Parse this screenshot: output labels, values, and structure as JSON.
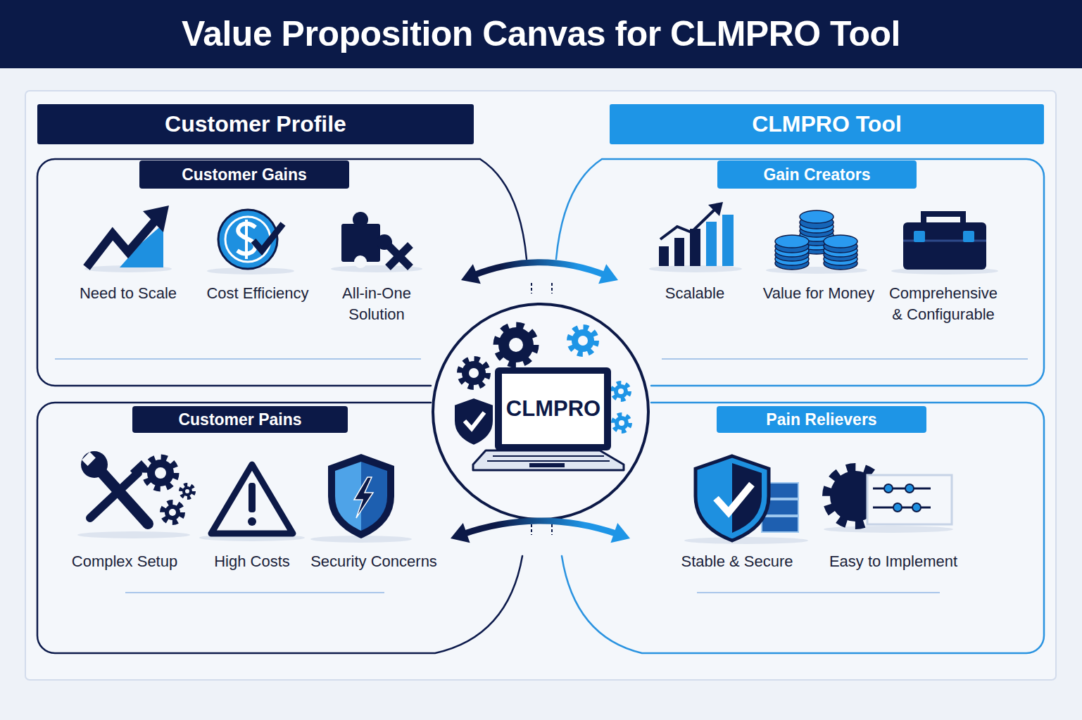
{
  "diagram": {
    "title": "Value Proposition Canvas for CLMPRO Tool",
    "nodes": [
      {
        "text": [
          "Customer Profile"
        ]
      },
      {
        "text": [
          "CLMPRO Tool"
        ]
      },
      {
        "text": [
          "Customer Gains",
          "Need to Scale",
          "Cost Efficiency",
          "All-in-One Solution"
        ]
      },
      {
        "text": [
          "Gain Creators",
          "Scalable",
          "Value for Money",
          "Comprehensive & Configurable"
        ]
      },
      {
        "text": [
          "CLMPRO"
        ]
      },
      {
        "text": [
          "Customer Pains",
          "Complex Setup",
          "High Costs",
          "Security Concerns"
        ]
      },
      {
        "text": [
          "Pain Relievers",
          "Stable & Secure",
          "Easy to Implement"
        ]
      }
    ],
    "edges": [
      {
        "from": 2,
        "to": 3,
        "arrow": "both"
      },
      {
        "from": 5,
        "to": 6,
        "arrow": "both"
      }
    ]
  }
}
